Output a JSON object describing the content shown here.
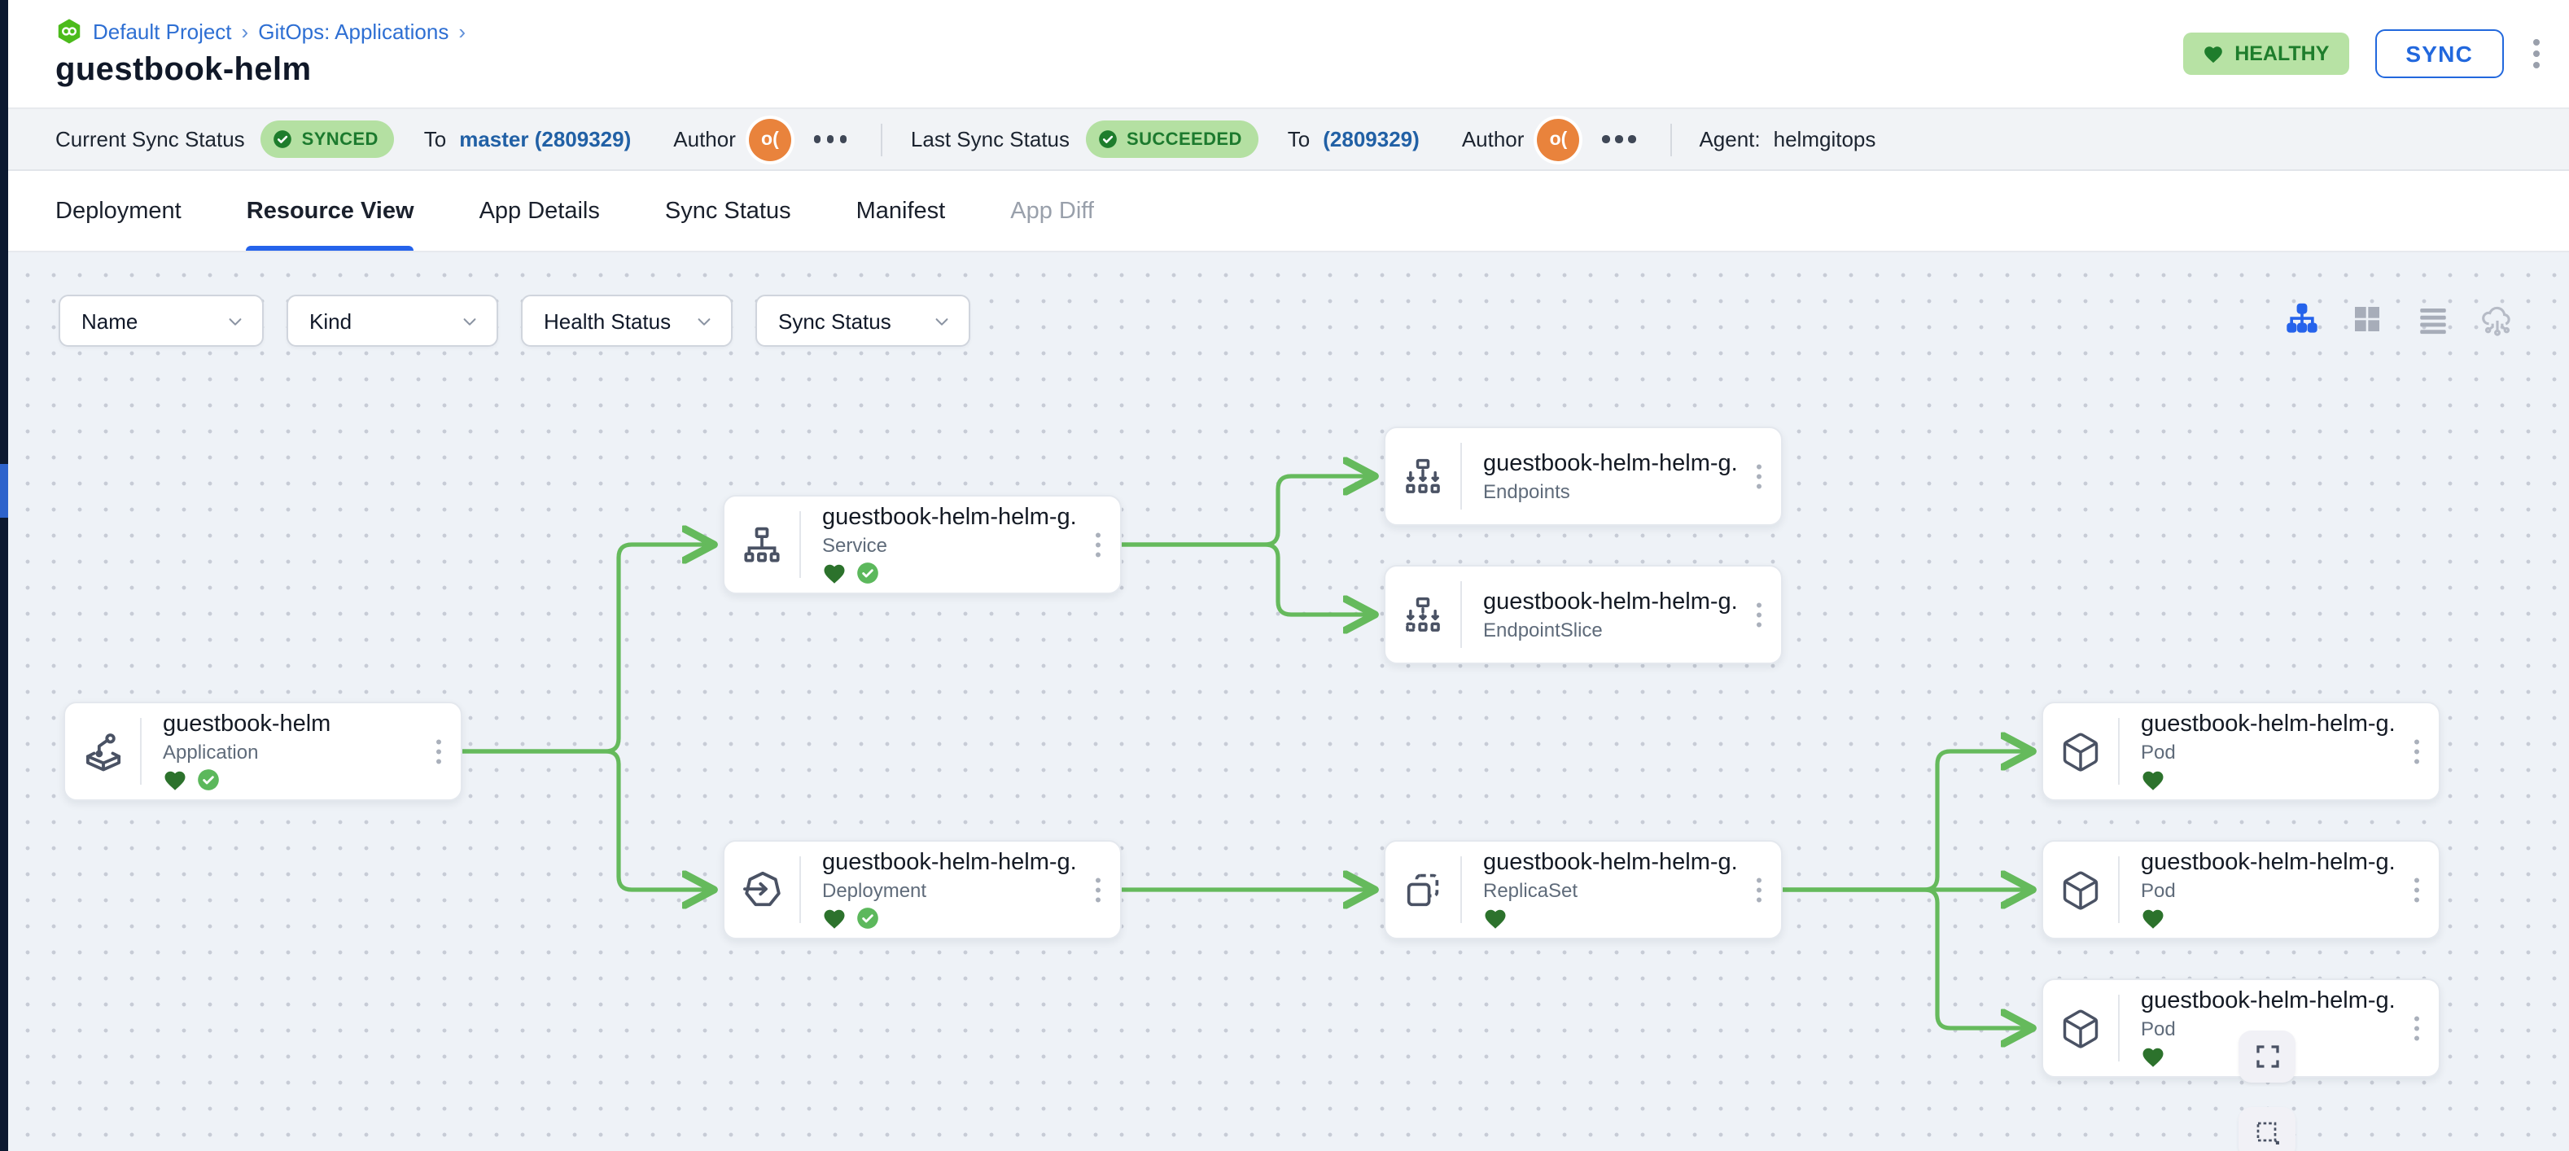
{
  "breadcrumb": {
    "items": [
      "Default Project",
      "GitOps: Applications"
    ],
    "separator": "›"
  },
  "header": {
    "title": "guestbook-helm",
    "health_label": "HEALTHY",
    "sync_label": "SYNC"
  },
  "status_bar": {
    "current_label": "Current Sync Status",
    "current_badge": "SYNCED",
    "current_to": "To",
    "current_target": "master (2809329)",
    "current_author": "Author",
    "current_avatar": "o(",
    "last_label": "Last Sync Status",
    "last_badge": "SUCCEEDED",
    "last_to": "To",
    "last_target": "(2809329)",
    "last_author": "Author",
    "last_avatar": "o(",
    "agent_label": "Agent:",
    "agent_value": "helmgitops"
  },
  "tabs": {
    "items": [
      {
        "label": "Deployment",
        "state": "default"
      },
      {
        "label": "Resource View",
        "state": "active"
      },
      {
        "label": "App Details",
        "state": "default"
      },
      {
        "label": "Sync Status",
        "state": "default"
      },
      {
        "label": "Manifest",
        "state": "default"
      },
      {
        "label": "App Diff",
        "state": "disabled"
      }
    ]
  },
  "toolbar": {
    "filters": [
      "Name",
      "Kind",
      "Health Status",
      "Sync Status"
    ]
  },
  "canvas": {
    "nodes": [
      {
        "title": "guestbook-helm",
        "kind": "Application",
        "health": "healthy",
        "sync": "synced"
      },
      {
        "title": "guestbook-helm-helm-g...",
        "kind": "Service",
        "health": "healthy",
        "sync": "synced"
      },
      {
        "title": "guestbook-helm-helm-g...",
        "kind": "Endpoints",
        "health": "",
        "sync": ""
      },
      {
        "title": "guestbook-helm-helm-g...",
        "kind": "EndpointSlice",
        "health": "",
        "sync": ""
      },
      {
        "title": "guestbook-helm-helm-g...",
        "kind": "Deployment",
        "health": "healthy",
        "sync": "synced"
      },
      {
        "title": "guestbook-helm-helm-g...",
        "kind": "ReplicaSet",
        "health": "healthy",
        "sync": ""
      },
      {
        "title": "guestbook-helm-helm-g...",
        "kind": "Pod",
        "health": "healthy",
        "sync": ""
      },
      {
        "title": "guestbook-helm-helm-g...",
        "kind": "Pod",
        "health": "healthy",
        "sync": ""
      },
      {
        "title": "guestbook-helm-helm-g...",
        "kind": "Pod",
        "health": "healthy",
        "sync": ""
      }
    ],
    "edges": [
      "application→service",
      "application→deployment",
      "service→endpoints",
      "service→endpointslice",
      "deployment→replicaset",
      "replicaset→pod-1",
      "replicaset→pod-2",
      "replicaset→pod-3"
    ]
  },
  "icons": {
    "logo": "devtron-hexagon-infinity",
    "health": "heart",
    "sync_ok": "check-circle",
    "view_modes": [
      "tree-view",
      "grid-view",
      "list-view",
      "cloud-network-view"
    ],
    "canvas_controls": [
      "fit-view",
      "selection-box"
    ],
    "node_menu": "kebab-vertical",
    "more_options": "ellipsis-horizontal"
  },
  "colors": {
    "accent_blue": "#2563eb",
    "link_blue": "#2e6fd3",
    "target_blue": "#2160a5",
    "badge_green_bg": "#b7e2a4",
    "badge_green_text": "#1e7d2c",
    "heart_green": "#2c722c",
    "check_green": "#5cb85c",
    "edge_green": "#65ba5c",
    "avatar_orange": "#e9833c",
    "sidebar_dark": "#0c1930",
    "canvas_bg": "#eef2f7"
  }
}
